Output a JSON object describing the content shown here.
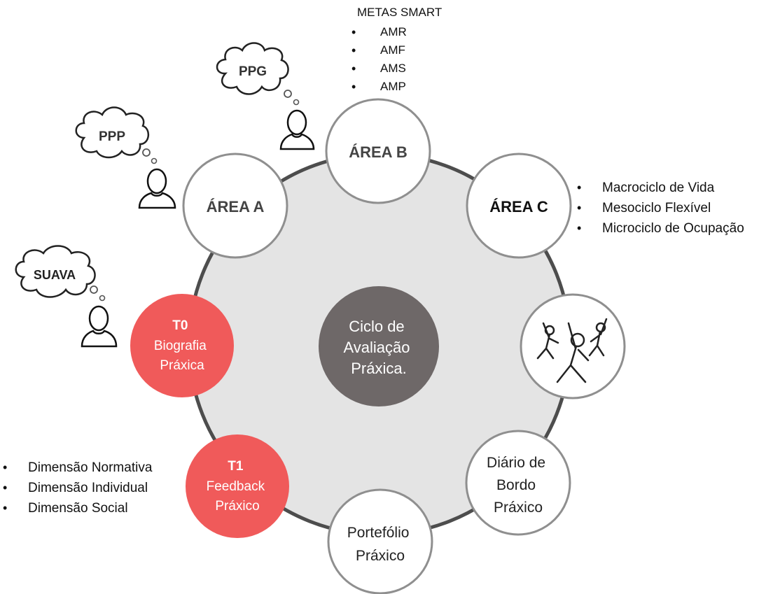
{
  "center": {
    "lines": [
      "Ciclo de",
      "Avaliação",
      "Práxica."
    ]
  },
  "nodes": {
    "area_b": {
      "label": "ÁREA B"
    },
    "area_c": {
      "label": "ÁREA C"
    },
    "area_a": {
      "label": "ÁREA A"
    },
    "t0": {
      "title": "T0",
      "lines": [
        "Biografia",
        "Práxica"
      ]
    },
    "t1": {
      "title": "T1",
      "lines": [
        "Feedback",
        "Práxico"
      ]
    },
    "diario": {
      "lines": [
        "Diário de",
        "Bordo",
        "Práxico"
      ]
    },
    "portefolio": {
      "lines": [
        "Portefólio",
        "Práxico"
      ]
    },
    "activity": {
      "icon": "exercising-people-icon"
    }
  },
  "thoughts": {
    "ppg": {
      "label": "PPG"
    },
    "ppp": {
      "label": "PPP"
    },
    "suava": {
      "label": "SUAVA"
    }
  },
  "metas": {
    "title": "METAS SMART",
    "items": [
      "AMR",
      "AMF",
      "AMS",
      "AMP"
    ]
  },
  "area_c_items": [
    "Macrociclo de Vida",
    "Mesociclo Flexível",
    "Microciclo de Ocupação"
  ],
  "t1_items": [
    "Dimensão Normativa",
    "Dimensão Individual",
    "Dimensão Social"
  ],
  "colors": {
    "ring": "#4d4d4d",
    "center_disk": "#e4e4e4",
    "node_border": "#8f8f8f",
    "accent_red": "#f05a5a",
    "center_fill": "#6e6868"
  }
}
